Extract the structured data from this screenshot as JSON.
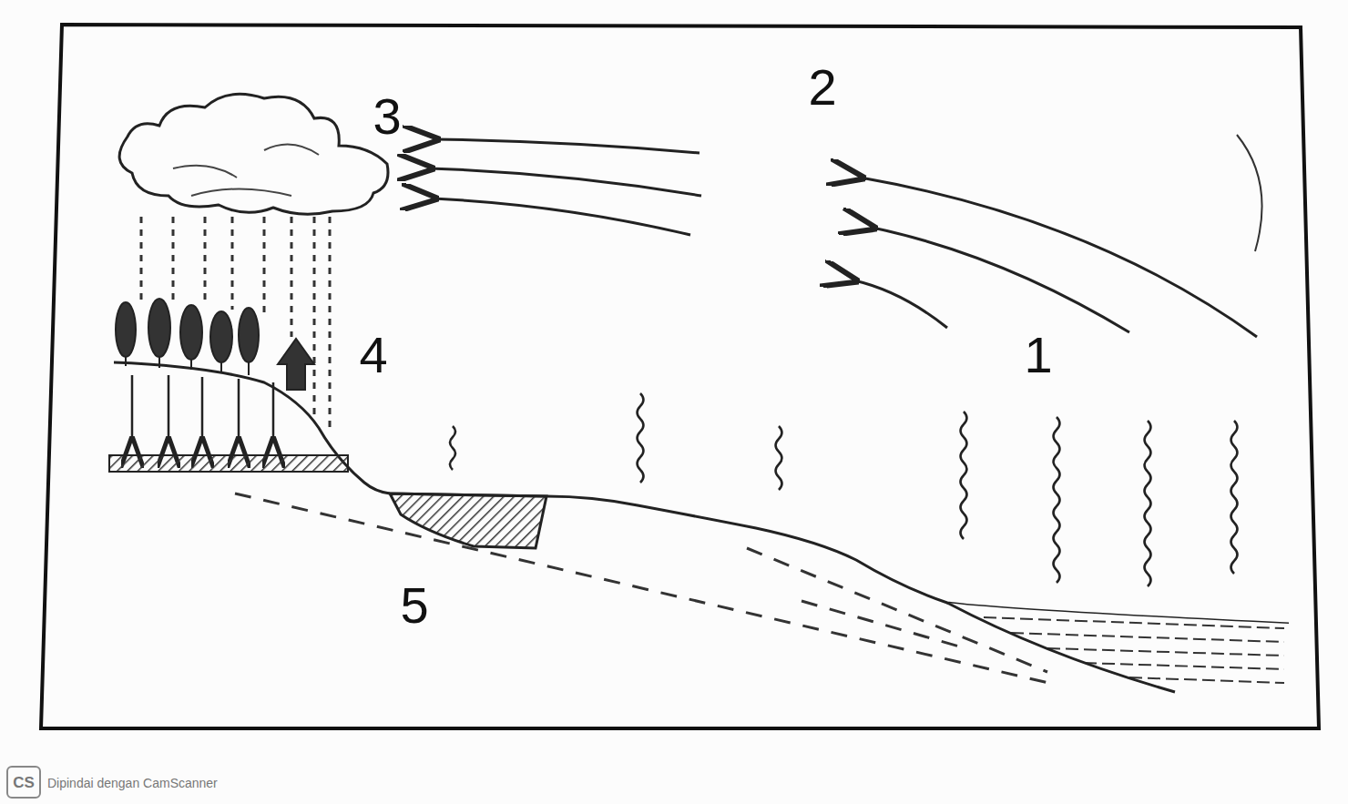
{
  "diagram": {
    "labels": [
      "3",
      "2",
      "4",
      "1",
      "5",
      "CS",
      "Dipindai dengan CamScanner"
    ]
  }
}
